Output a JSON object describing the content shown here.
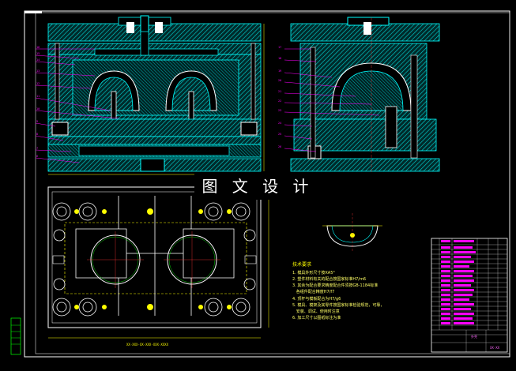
{
  "watermark": "图 文 设 计",
  "tech_notes": {
    "heading": "技术要求",
    "items": [
      "1. 模具外形尺寸按XA5°",
      "2. 塑件材料有关的配合按国家标准H7/m6",
      "3. 其余为配合要求精度配合件须按GB-1184标准",
      "   各组件配合精度H7/f7",
      "4. 顶杆与模板配合为H7/g6",
      "5. 模具、模架及其零件按国家标准检验规范，可靠，",
      "   安装、调试、使用时注意",
      "6. 加工尺寸以图纸标注为准"
    ]
  },
  "bottom_caption": "XX-XXX-XX-XXX-XXX-XXXX",
  "title_block": {
    "label_a": "外壳",
    "label_b": "XX-XX"
  },
  "colors": {
    "background": "#000000",
    "frame": "#ffffff",
    "part": "#00ffff",
    "part_fill": "#003838",
    "leader": "#ff00ff",
    "dimension": "#ffff00",
    "centerline": "#ff3333",
    "hole": "#ffffff",
    "green_line": "#00ff00"
  }
}
